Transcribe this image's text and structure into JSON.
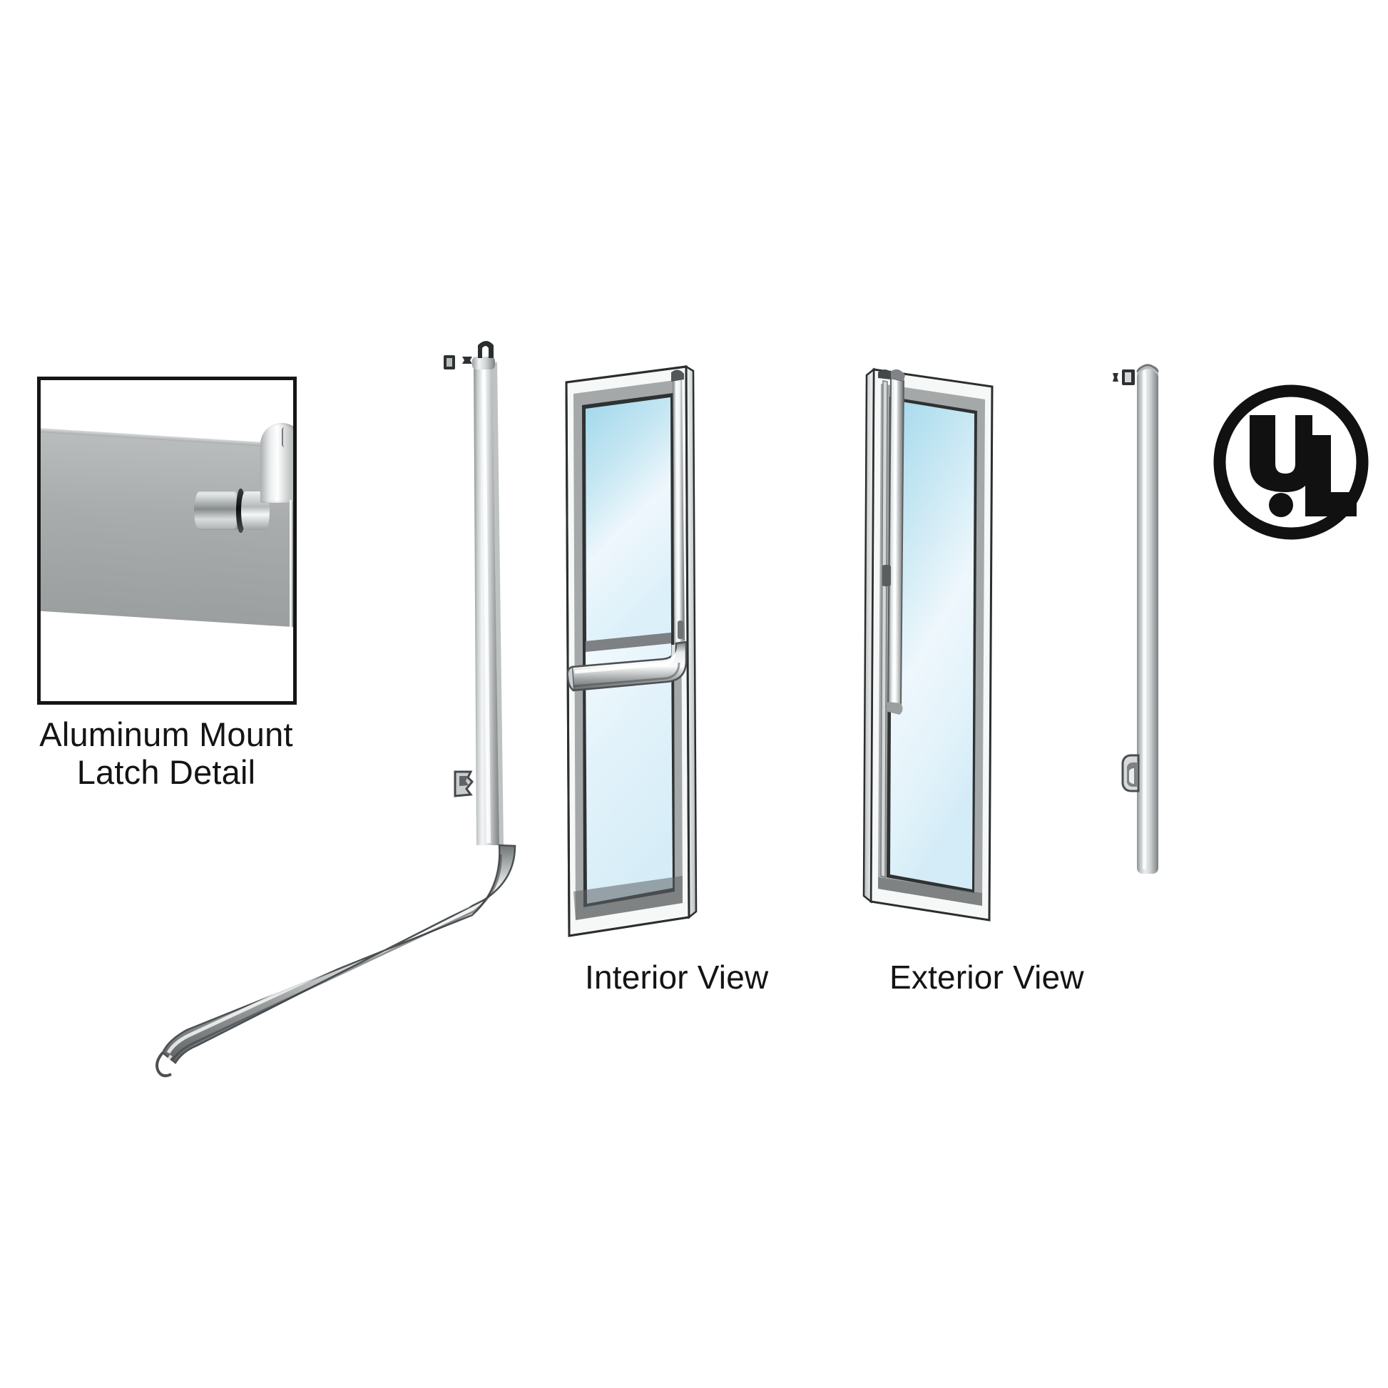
{
  "document": {
    "type": "product-illustration",
    "subject": "Glass door exit device / panic bar with pull handle",
    "background_color": "#ffffff"
  },
  "detail_callout": {
    "name": "aluminum-mount-latch-detail",
    "caption_line1": "Aluminum Mount",
    "caption_line2": "Latch Detail",
    "border_color": "#151515",
    "parts": [
      {
        "name": "glass-panel",
        "color": "#a9acad"
      },
      {
        "name": "cylindrical-standoff",
        "color": "#b4b9ba"
      },
      {
        "name": "vertical-rod",
        "color": "#d0d4d5"
      },
      {
        "name": "hinge-cap",
        "color": "#e9ecec"
      }
    ]
  },
  "rod_assembly": {
    "name": "concealed-vertical-rod-exit-device",
    "parts": [
      {
        "name": "top-latch-cap",
        "label": "top latch"
      },
      {
        "name": "loose-hardware-clip-a",
        "label": "clip"
      },
      {
        "name": "loose-hardware-clip-b",
        "label": "clip"
      },
      {
        "name": "mid-latch-keeper",
        "label": "latch keeper"
      },
      {
        "name": "vertical-rod",
        "label": "vertical rod"
      },
      {
        "name": "push-bar-arm",
        "label": "push bar arm"
      },
      {
        "name": "bar-end-return",
        "label": "bar end return"
      }
    ],
    "metal_color": "#c9cdce"
  },
  "doors": [
    {
      "id": "interior",
      "caption": "Interior View",
      "hardware": "panic push bar",
      "frame_color": "#9fa3a4",
      "rail_color": "#6e7374",
      "glass_top_color": "#a8dbec",
      "glass_bottom_color": "#e6f3fb",
      "panes": 2
    },
    {
      "id": "exterior",
      "caption": "Exterior View",
      "hardware": "vertical pull handle",
      "frame_color": "#9fa3a4",
      "rail_color": "#6e7374",
      "glass_top_color": "#a8dbec",
      "glass_bottom_color": "#e6f3fb",
      "panes": 1
    }
  ],
  "pull_handle": {
    "name": "standalone-pull-handle",
    "label": "vertical pull handle",
    "color": "#b6babb",
    "has_mount_bracket": true
  },
  "certification": {
    "name": "ul-listed-mark",
    "label": "UL",
    "letters": "UL",
    "color": "#111111",
    "shape": "circle"
  }
}
